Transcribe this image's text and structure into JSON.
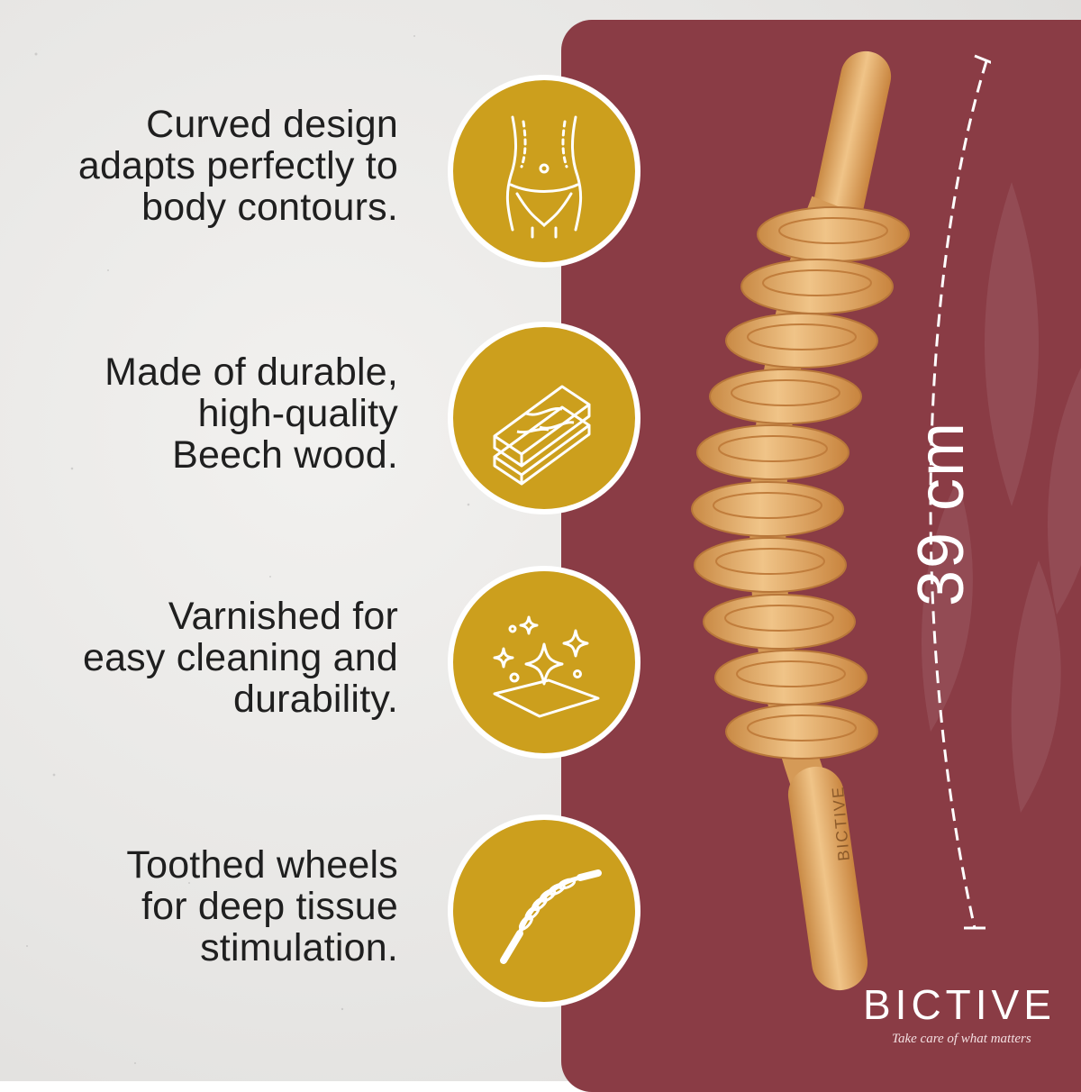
{
  "features": [
    {
      "text": "Curved design\nadapts perfectly to\nbody contours.",
      "icon": "body-contour-icon"
    },
    {
      "text": "Made of durable,\nhigh-quality\nBeech wood.",
      "icon": "wood-planks-icon"
    },
    {
      "text": "Varnished for\neasy cleaning and\ndurability.",
      "icon": "sparkle-surface-icon"
    },
    {
      "text": "Toothed wheels\nfor deep tissue\nstimulation.",
      "icon": "roller-icon"
    }
  ],
  "dimension": "39 cm",
  "brand": {
    "name": "BICTIVE",
    "tagline": "Take care of what matters"
  },
  "roller_engraving": "BICTIVE",
  "colors": {
    "panel": "#8a3c45",
    "badge": "#cc9f1d",
    "wood": "#e3a864",
    "text": "#1f1f1f"
  }
}
